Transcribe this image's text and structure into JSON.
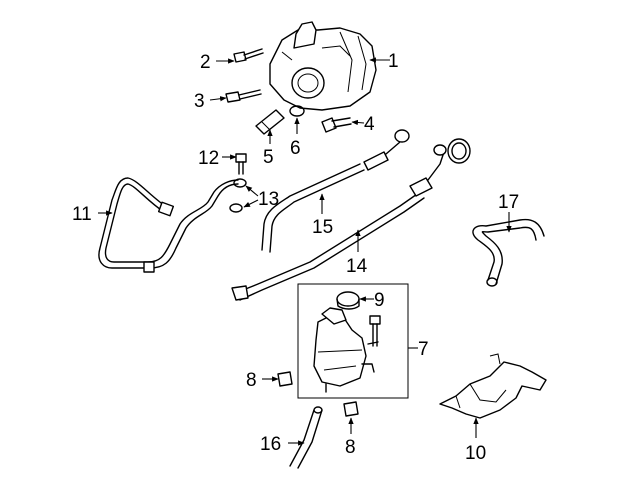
{
  "diagram": {
    "callouts": [
      "1",
      "2",
      "3",
      "4",
      "5",
      "6",
      "7",
      "8",
      "8",
      "9",
      "10",
      "11",
      "12",
      "13",
      "14",
      "15",
      "16",
      "17"
    ]
  }
}
